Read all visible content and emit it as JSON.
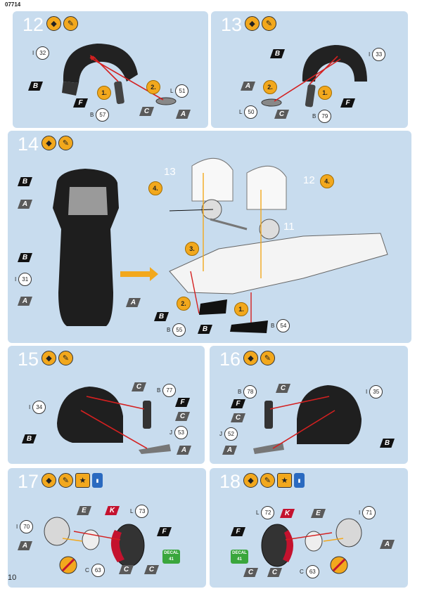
{
  "page": {
    "code": "07714",
    "number": "10"
  },
  "steps": {
    "s12": {
      "num": "12",
      "I": "32",
      "L": "51",
      "B": "57",
      "o1": "1.",
      "o2": "2."
    },
    "s13": {
      "num": "13",
      "I": "33",
      "L": "50",
      "B": "79",
      "o1": "1.",
      "o2": "2."
    },
    "s14": {
      "num": "14",
      "I": "31",
      "B55": "55",
      "B54": "54",
      "o1": "1.",
      "o2": "2.",
      "o3": "3.",
      "o4": "4.",
      "r13": "13",
      "r12": "12",
      "r11": "11"
    },
    "s15": {
      "num": "15",
      "I": "34",
      "B": "77",
      "J": "53"
    },
    "s16": {
      "num": "16",
      "I": "35",
      "B": "78",
      "J": "52"
    },
    "s17": {
      "num": "17",
      "I": "70",
      "C": "63",
      "L": "73",
      "decal": "41"
    },
    "s18": {
      "num": "18",
      "I": "71",
      "C": "63",
      "L": "72",
      "decal": "41"
    }
  },
  "letters": {
    "A": "A",
    "B": "B",
    "C": "C",
    "E": "E",
    "F": "F",
    "K": "K",
    "I": "I",
    "L": "L",
    "J": "J",
    "decal_word": "DECAL"
  },
  "icons": [
    "glue-icon",
    "brush-icon",
    "decal-icon",
    "paint-bottle-icon",
    "glue-forbidden-icon"
  ]
}
